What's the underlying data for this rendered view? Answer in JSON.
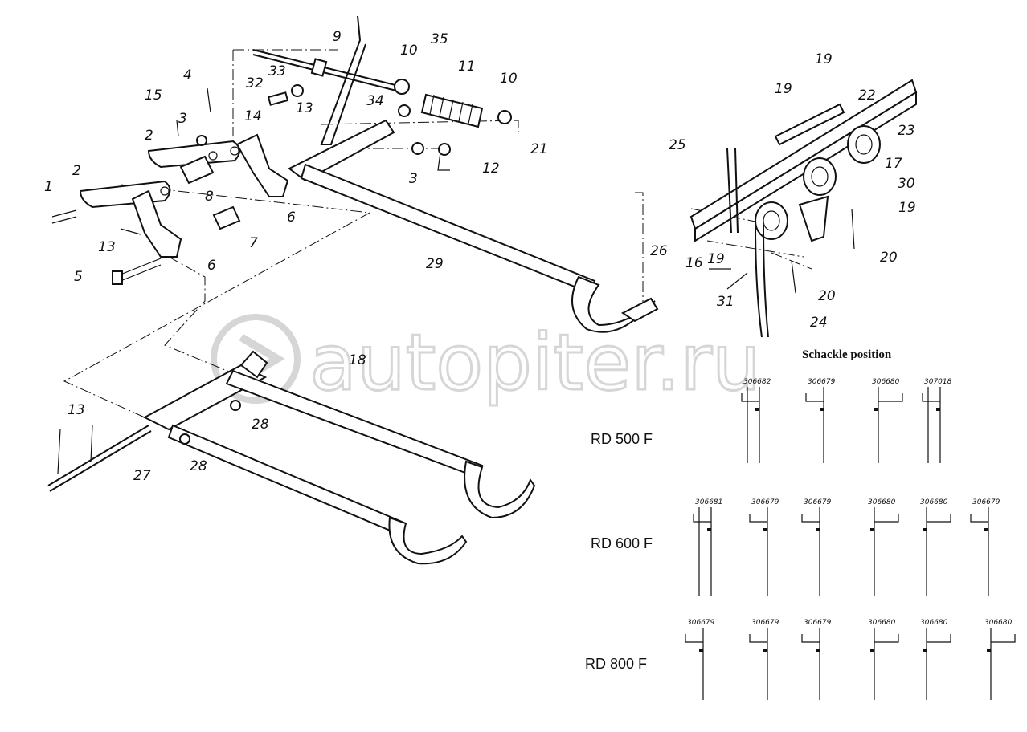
{
  "watermark": "autopiter.ru",
  "callouts": [
    "1",
    "2",
    "2",
    "15",
    "4",
    "3",
    "8",
    "13",
    "5",
    "6",
    "7",
    "14",
    "13",
    "6",
    "32",
    "33",
    "9",
    "35",
    "10",
    "11",
    "10",
    "34",
    "21",
    "3",
    "12",
    "29",
    "25",
    "19",
    "19",
    "22",
    "23",
    "17",
    "30",
    "19",
    "26",
    "19",
    "16",
    "20",
    "20",
    "31",
    "24",
    "18",
    "28",
    "28",
    "13",
    "27"
  ],
  "shackle": {
    "title": "Schackle position",
    "rows": [
      {
        "label": "RD 500 F",
        "parts": [
          "306682",
          "306679",
          "306680",
          "307018"
        ]
      },
      {
        "label": "RD 600 F",
        "parts": [
          "306681",
          "306679",
          "306679",
          "306680",
          "306680",
          "306679"
        ]
      },
      {
        "label": "RD 800 F",
        "parts": [
          "306679",
          "306679",
          "306679",
          "306680",
          "306680",
          "306680"
        ]
      }
    ]
  }
}
